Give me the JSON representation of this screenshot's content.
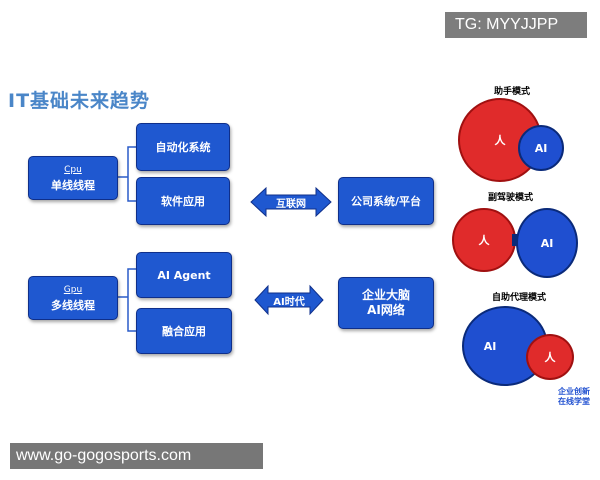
{
  "watermark_top": "TG: MYYJJPP",
  "watermark_bottom": "www.go-gogosports.com",
  "title": "IT基础未来趋势",
  "cpu": {
    "label": "Cpu",
    "desc": "单线线程"
  },
  "gpu": {
    "label": "Gpu",
    "desc": "多线线程"
  },
  "cpu_branches": [
    "自动化系统",
    "软件应用"
  ],
  "gpu_branches": [
    "AI Agent",
    "融合应用"
  ],
  "arrows": [
    "互联网",
    "AI时代"
  ],
  "results": [
    "公司系统/平台",
    "企业大脑",
    "AI网络"
  ],
  "modes": {
    "m1": {
      "title": "助手模式",
      "human": "人",
      "ai": "AI"
    },
    "m2": {
      "title": "副驾驶模式",
      "human": "人",
      "ai": "AI"
    },
    "m3": {
      "title": "自助代理模式",
      "human": "人",
      "ai": "AI"
    }
  },
  "logo": [
    "企业创新",
    "在线学堂"
  ],
  "colors": {
    "box_blue": "#1f58d0",
    "human_red": "#e02b2b",
    "ai_blue": "#1f4fd0",
    "title_blue": "#4a86c8"
  }
}
